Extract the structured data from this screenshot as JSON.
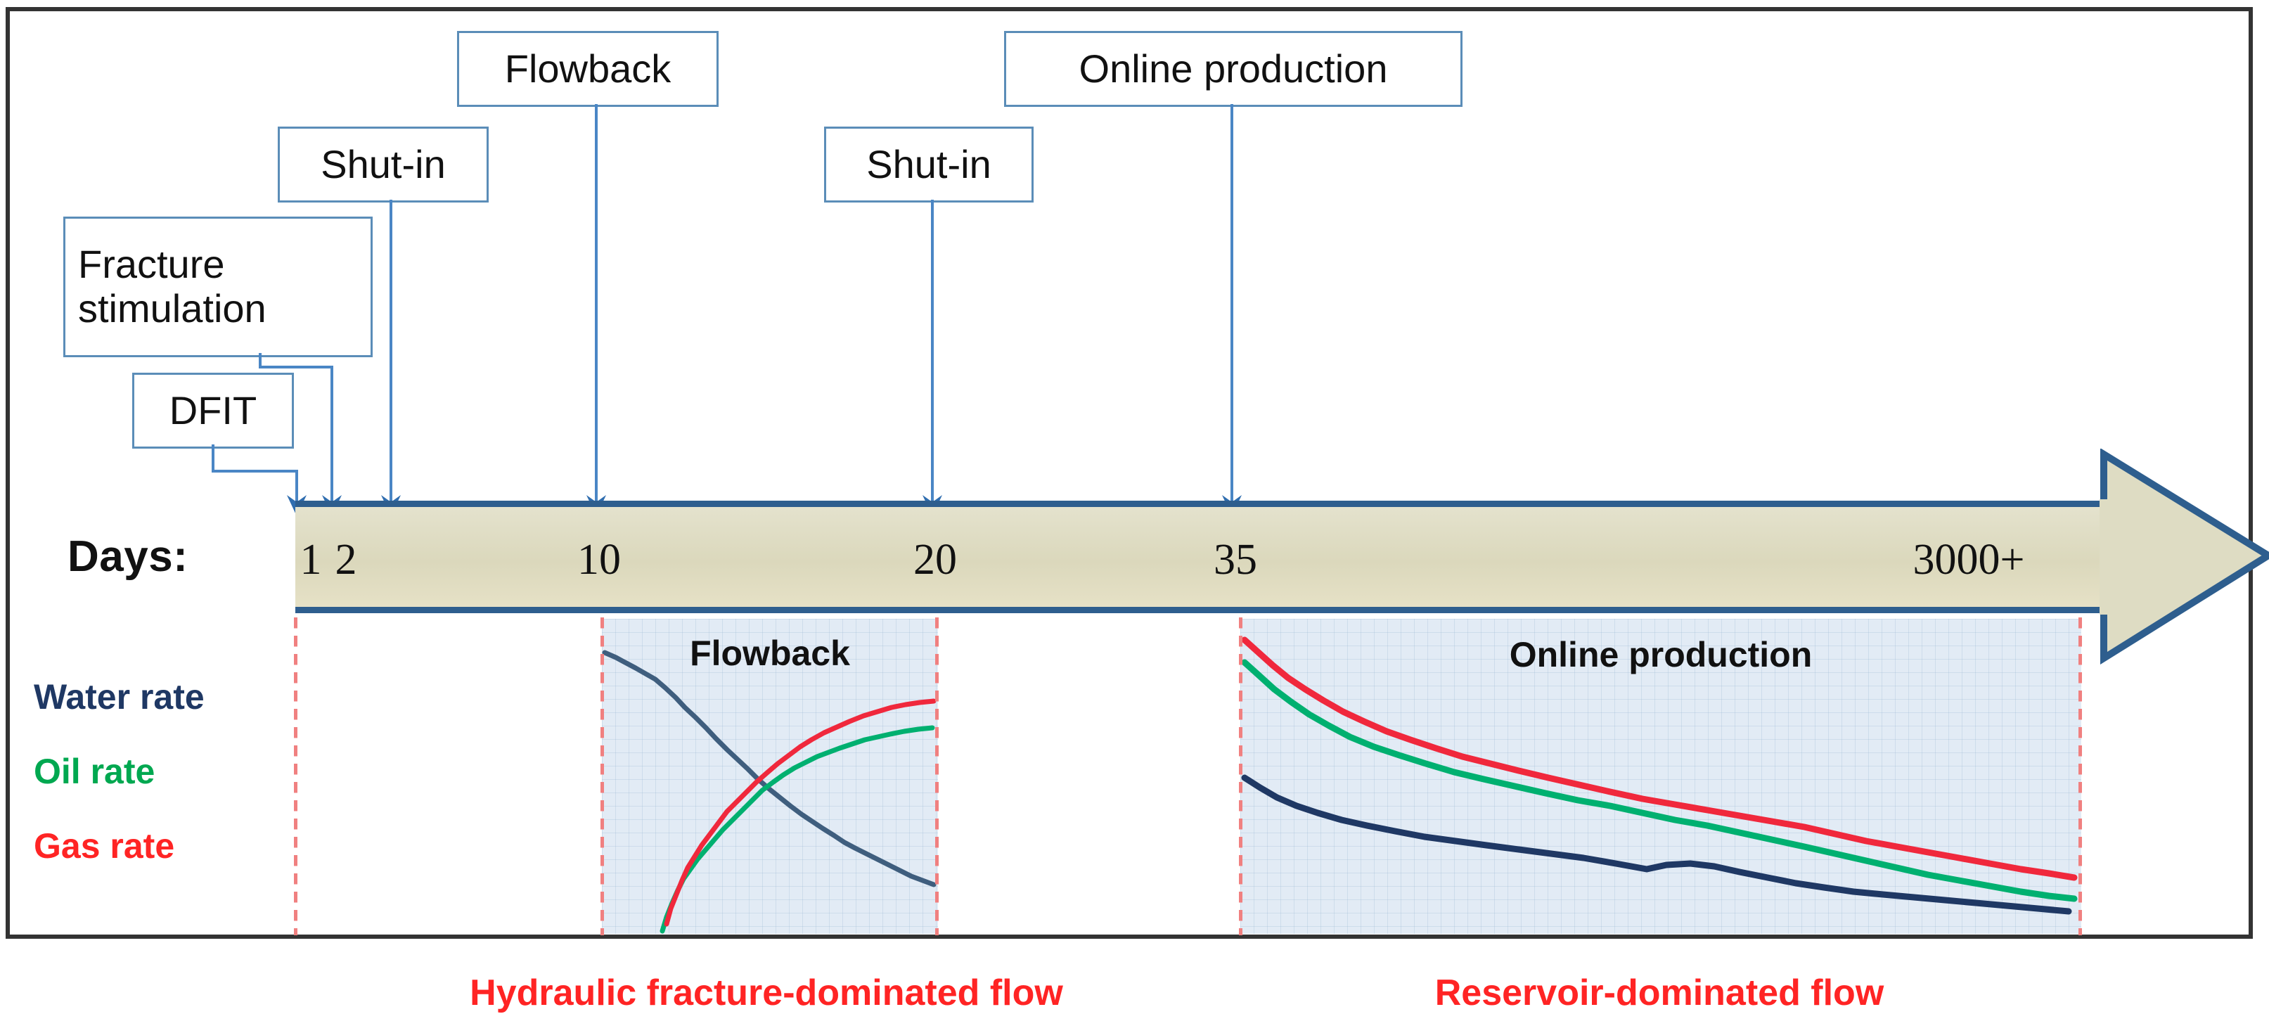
{
  "callouts": [
    {
      "label": "Fracture stimulation",
      "line1": "Fracture",
      "line2": "stimulation"
    },
    {
      "label": "DFIT"
    },
    {
      "label": "Shut-in"
    },
    {
      "label": "Flowback"
    },
    {
      "label": "Shut-in"
    },
    {
      "label": "Online production"
    }
  ],
  "timeline": {
    "axis_label": "Days:",
    "ticks": [
      "1",
      "2",
      "10",
      "20",
      "35"
    ],
    "end_label": "3000+"
  },
  "panels": {
    "flowback_title": "Flowback",
    "online_title": "Online production"
  },
  "legend": [
    {
      "label": "Water rate",
      "color": "#1F3864"
    },
    {
      "label": "Oil rate",
      "color": "#00A850"
    },
    {
      "label": "Gas rate",
      "color": "#FF2424"
    }
  ],
  "captions": [
    {
      "label": "Hydraulic fracture-dominated flow"
    },
    {
      "label": "Reservoir-dominated flow"
    }
  ],
  "colors": {
    "bar_fill": "#DEDCC3",
    "bar_border": "#2E5E8E",
    "connector": "#4A86C5",
    "panel_bg": "#E2EBF5",
    "dash": "#F08080",
    "water": "#1F3864",
    "oil": "#00B070",
    "gas": "#F0283C",
    "caption": "#FF2424"
  },
  "chart_data": {
    "type": "line",
    "title": "Well life cycle production timeline",
    "xlabel": "Days",
    "ylabel": "Rate",
    "x_ticks": [
      1,
      2,
      10,
      20,
      35,
      3000
    ],
    "grid": true,
    "legend": [
      "Water rate",
      "Oil rate",
      "Gas rate"
    ],
    "panels": [
      {
        "name": "Flowback",
        "x_range": [
          10,
          20
        ],
        "series": [
          {
            "name": "Water rate",
            "color": "#3F5E7E",
            "points": [
              [
                0,
                0.88
              ],
              [
                6,
                0.83
              ],
              [
                12,
                0.79
              ],
              [
                18,
                0.76
              ],
              [
                24,
                0.7
              ],
              [
                31,
                0.62
              ],
              [
                38,
                0.58
              ],
              [
                46,
                0.53
              ],
              [
                55,
                0.47
              ],
              [
                64,
                0.43
              ],
              [
                73,
                0.4
              ],
              [
                82,
                0.36
              ],
              [
                91,
                0.33
              ],
              [
                100,
                0.3
              ]
            ]
          },
          {
            "name": "Oil rate",
            "color": "#00B070",
            "points": [
              [
                16,
                0.0
              ],
              [
                20,
                0.09
              ],
              [
                25,
                0.18
              ],
              [
                30,
                0.27
              ],
              [
                36,
                0.35
              ],
              [
                42,
                0.42
              ],
              [
                50,
                0.49
              ],
              [
                58,
                0.55
              ],
              [
                66,
                0.6
              ],
              [
                75,
                0.64
              ],
              [
                84,
                0.66
              ],
              [
                92,
                0.68
              ],
              [
                100,
                0.69
              ]
            ]
          },
          {
            "name": "Gas rate",
            "color": "#F0283C",
            "points": [
              [
                15,
                0.04
              ],
              [
                19,
                0.13
              ],
              [
                24,
                0.24
              ],
              [
                29,
                0.33
              ],
              [
                34,
                0.42
              ],
              [
                40,
                0.49
              ],
              [
                47,
                0.56
              ],
              [
                55,
                0.63
              ],
              [
                63,
                0.69
              ],
              [
                72,
                0.74
              ],
              [
                81,
                0.77
              ],
              [
                90,
                0.79
              ],
              [
                100,
                0.8
              ]
            ]
          }
        ]
      },
      {
        "name": "Online production",
        "x_range": [
          35,
          3000
        ],
        "series": [
          {
            "name": "Gas rate",
            "color": "#F0283C",
            "points": [
              [
                0,
                0.94
              ],
              [
                4,
                0.87
              ],
              [
                8,
                0.81
              ],
              [
                13,
                0.75
              ],
              [
                18,
                0.7
              ],
              [
                24,
                0.65
              ],
              [
                31,
                0.6
              ],
              [
                39,
                0.56
              ],
              [
                47,
                0.52
              ],
              [
                55,
                0.48
              ],
              [
                64,
                0.44
              ],
              [
                73,
                0.4
              ],
              [
                82,
                0.35
              ],
              [
                90,
                0.3
              ],
              [
                96,
                0.26
              ],
              [
                100,
                0.24
              ]
            ]
          },
          {
            "name": "Oil rate",
            "color": "#00B070",
            "points": [
              [
                0,
                0.87
              ],
              [
                4,
                0.79
              ],
              [
                9,
                0.72
              ],
              [
                14,
                0.66
              ],
              [
                20,
                0.61
              ],
              [
                27,
                0.56
              ],
              [
                34,
                0.51
              ],
              [
                42,
                0.47
              ],
              [
                50,
                0.43
              ],
              [
                58,
                0.39
              ],
              [
                67,
                0.34
              ],
              [
                76,
                0.29
              ],
              [
                85,
                0.24
              ],
              [
                93,
                0.19
              ],
              [
                100,
                0.16
              ]
            ]
          },
          {
            "name": "Water rate",
            "color": "#1F3864",
            "points": [
              [
                0,
                0.5
              ],
              [
                5,
                0.44
              ],
              [
                11,
                0.39
              ],
              [
                18,
                0.35
              ],
              [
                25,
                0.31
              ],
              [
                33,
                0.28
              ],
              [
                41,
                0.25
              ],
              [
                49,
                0.23
              ],
              [
                56,
                0.22
              ],
              [
                63,
                0.2
              ],
              [
                71,
                0.17
              ],
              [
                79,
                0.14
              ],
              [
                87,
                0.11
              ],
              [
                94,
                0.09
              ],
              [
                100,
                0.08
              ]
            ]
          }
        ]
      }
    ]
  }
}
